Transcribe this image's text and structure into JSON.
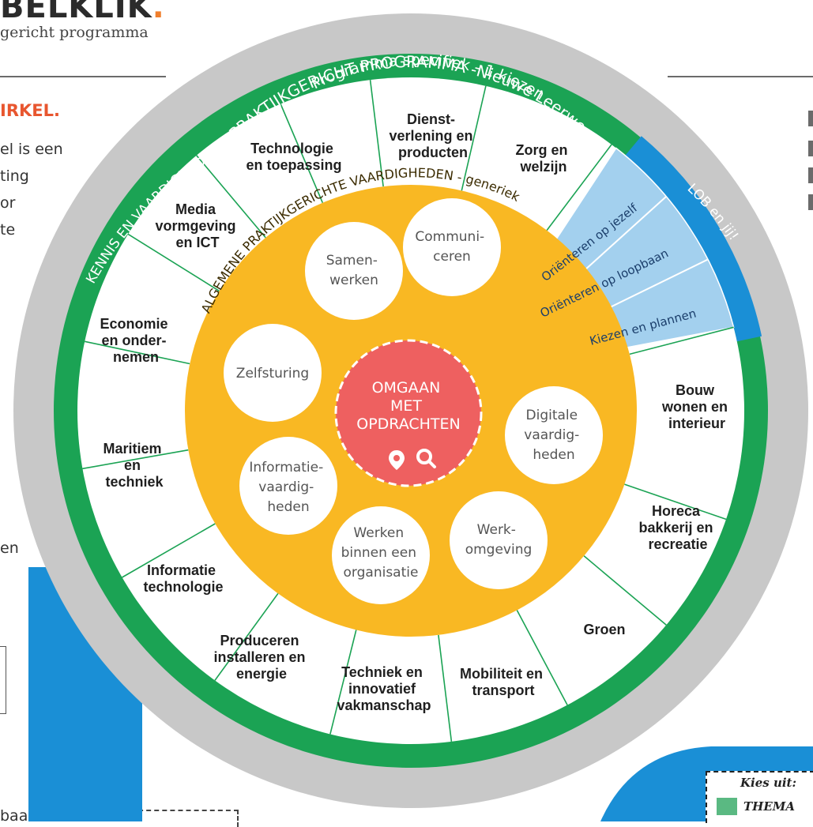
{
  "header": {
    "title": "BELKLIK",
    "title_dot": ".",
    "subtitle": "gericht programma"
  },
  "left_column": {
    "heading": "IRKEL.",
    "fragments": [
      "el is een",
      "ting",
      "or",
      "te",
      "en",
      "baan"
    ]
  },
  "wheel": {
    "outer_ring_label": "PRAKTIJKGERICHT PROGRAMMA -Nieuwe Leerweg",
    "green_ring_label_top": "Programma specifiek - 1 kiezen",
    "green_ring_label_left": "KENNIS EN VAARDIGHEDEN -",
    "blue_ring_label": "LOB en jij!",
    "yellow_ring_label": "ALGEMENE PRAKTIJKGERICHTE VAARDIGHEDEN - generiek",
    "sectors": [
      {
        "lines": [
          "Dienst-",
          "verlening en",
          "producten"
        ]
      },
      {
        "lines": [
          "Zorg en",
          "welzijn"
        ]
      },
      {
        "lines": [
          "Bouw",
          "wonen en",
          "interieur"
        ]
      },
      {
        "lines": [
          "Horeca",
          "bakkerij en",
          "recreatie"
        ]
      },
      {
        "lines": [
          "Groen"
        ]
      },
      {
        "lines": [
          "Mobiliteit en",
          "transport"
        ]
      },
      {
        "lines": [
          "Techniek en",
          "innovatief",
          "vakmanschap"
        ]
      },
      {
        "lines": [
          "Produceren",
          "installeren en",
          "energie"
        ]
      },
      {
        "lines": [
          "Informatie",
          "technologie"
        ]
      },
      {
        "lines": [
          "Maritiem",
          "en",
          "techniek"
        ]
      },
      {
        "lines": [
          "Economie",
          "en onder-",
          "nemen"
        ]
      },
      {
        "lines": [
          "Media",
          "vormgeving",
          "en ICT"
        ]
      },
      {
        "lines": [
          "Technologie",
          "en toepassing"
        ]
      }
    ],
    "lob_items": [
      "Oriënteren op jezelf",
      "Oriënteren op loopbaan",
      "Kiezen en plannen"
    ],
    "skills": [
      {
        "lines": [
          "Communi-",
          "ceren"
        ]
      },
      {
        "lines": [
          "Digitale",
          "vaardig-",
          "heden"
        ]
      },
      {
        "lines": [
          "Werk-",
          "omgeving"
        ]
      },
      {
        "lines": [
          "Werken",
          "binnen een",
          "organisatie"
        ]
      },
      {
        "lines": [
          "Informatie-",
          "vaardig-",
          "heden"
        ]
      },
      {
        "lines": [
          "Zelfsturing"
        ]
      },
      {
        "lines": [
          "Samen-",
          "werken"
        ]
      }
    ],
    "center_lines": [
      "OMGAAN",
      "MET",
      "OPDRACHTEN"
    ],
    "center_icons": [
      "location-pin-icon",
      "magnifier-icon"
    ]
  },
  "legend": {
    "title": "Kies uit:",
    "item_label": "THEMA"
  },
  "colors": {
    "outer_gray": "#c8c8c8",
    "green": "#1ba354",
    "blue": "#1a8fd6",
    "light_blue": "#a3d0ee",
    "yellow": "#f9b823",
    "center_red": "#ee6060",
    "accent_orange": "#e8562f",
    "legend_green": "#5ab982"
  }
}
